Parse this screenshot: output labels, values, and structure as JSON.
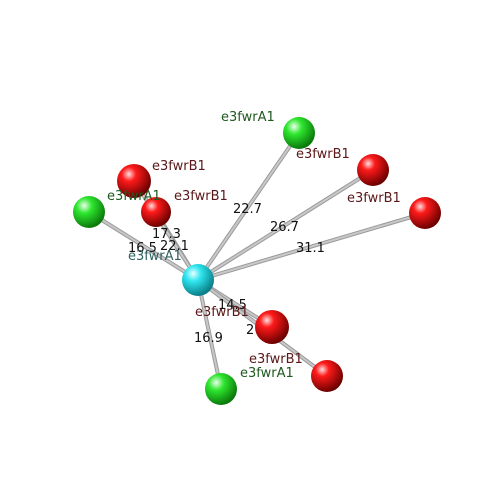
{
  "colors": {
    "center": "#19d6e0",
    "green": "#22dd22",
    "red": "#e00000",
    "label_red": "#5a1818",
    "label_green": "#1f5a1f",
    "label_center": "#2f6060",
    "edge": "#c8c8c8"
  },
  "center": {
    "id": "center",
    "label": "e3fwrA1",
    "color": "cyan"
  },
  "nodes": [
    {
      "id": "g1",
      "label": "e3fwrA1",
      "color": "green",
      "distance": "22.7"
    },
    {
      "id": "r1",
      "label": "e3fwrB1",
      "color": "red",
      "distance": "26.7"
    },
    {
      "id": "r2",
      "label": "e3fwrB1",
      "color": "red",
      "distance": "31.1"
    },
    {
      "id": "r3",
      "label": "e3fwrB1",
      "color": "red",
      "distance": "22.1"
    },
    {
      "id": "r4",
      "label": "e3fwrB1",
      "color": "red",
      "distance": "17.3"
    },
    {
      "id": "g2",
      "label": "e3fwrA1",
      "color": "green",
      "distance": "16.5"
    },
    {
      "id": "r5",
      "label": "e3fwrB1",
      "color": "red",
      "distance": "14.5"
    },
    {
      "id": "r6",
      "label": "e3fwrB1",
      "color": "red",
      "distance": "2"
    },
    {
      "id": "g3",
      "label": "e3fwrA1",
      "color": "green",
      "distance": "16.9"
    }
  ]
}
